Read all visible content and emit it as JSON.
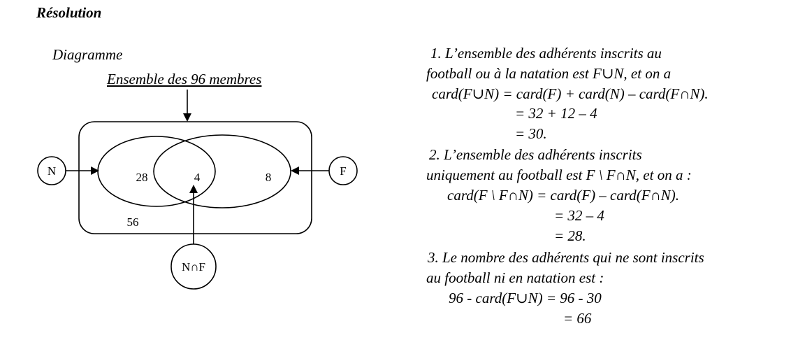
{
  "title": "Résolution",
  "diagram": {
    "label": "Diagramme",
    "universe_label": "Ensemble des 96 membres",
    "set_n_label": "N",
    "set_f_label": "F",
    "intersection_label": "N∩F",
    "value_only_n": "28",
    "value_intersection": "4",
    "value_only_f": "8",
    "value_outside": "56"
  },
  "resolution": {
    "q1_line1": "1. L’ensemble des adhérents inscrits au",
    "q1_line2": "football ou à la natation est F∪N, et on a",
    "q1_line3": "card(F∪N) = card(F) + card(N) – card(F∩N).",
    "q1_line4": "= 32 + 12 – 4",
    "q1_line5": "= 30.",
    "q2_line1": "2. L’ensemble des adhérents inscrits",
    "q2_line2": "uniquement au football est F \\ F∩N, et on a :",
    "q2_line3": "card(F \\ F∩N) = card(F) – card(F∩N).",
    "q2_line4": "= 32 – 4",
    "q2_line5": "= 28.",
    "q3_line1": "3. Le nombre des adhérents qui ne sont inscrits",
    "q3_line2": "au football ni en natation est :",
    "q3_line3": "96 - card(F∪N) = 96 - 30",
    "q3_line4": "= 66"
  }
}
